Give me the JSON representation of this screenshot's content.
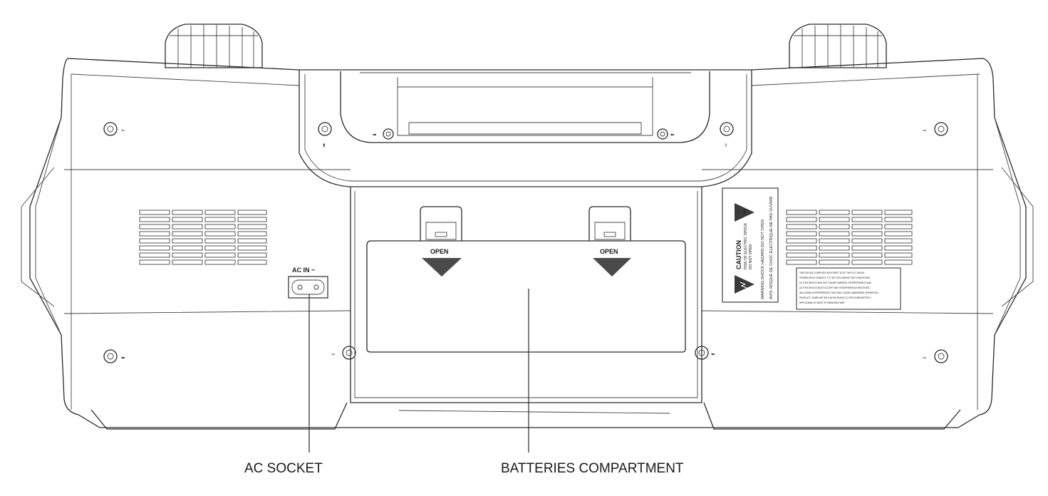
{
  "labels": {
    "ac_socket": "AC SOCKET",
    "batteries_compartment": "BATTERIES COMPARTMENT",
    "ac_in": "AC IN ~",
    "open_left": "OPEN",
    "open_right": "OPEN"
  },
  "warning_label": {
    "caution": "CAUTION",
    "line1": "RISK OF ELECTRIC SHOCK",
    "line2": "DO NOT OPEN",
    "line3": "WARNING:SHOCK HAZARD-DO NOT OPEN",
    "line4": "AVIS: RISQUE DE CHOC ELECTRIQUE-NE PAS OUVRIR"
  },
  "fcc_label": {
    "lines": [
      "THIS DEVICE COMPLIES WITH PART 15 OF THE FCC RULES",
      "OPERATION IS SUBJECT TO THE FOLLOWING TWO CONDITIONS",
      "(1) THIS DEVICE MAY NOT CAUSE HARMFUL INTERFERENCE AND",
      "(2) THIS DEVICE MUST ACCEPT ANY INTERFERENCE RECEIVED,",
      "INCLUDING INTERFERENCE THAT MAY CAUSE UNDESIRED OPERATION",
      "PRODUCT COMPLIES WITH DHHS RULES 21 CFR SUBCHAPTER J",
      "APPLICABLE AT DATE OF MANUFACTURE"
    ]
  },
  "colors": {
    "line": "#2a2a2a",
    "fill": "#ffffff"
  }
}
